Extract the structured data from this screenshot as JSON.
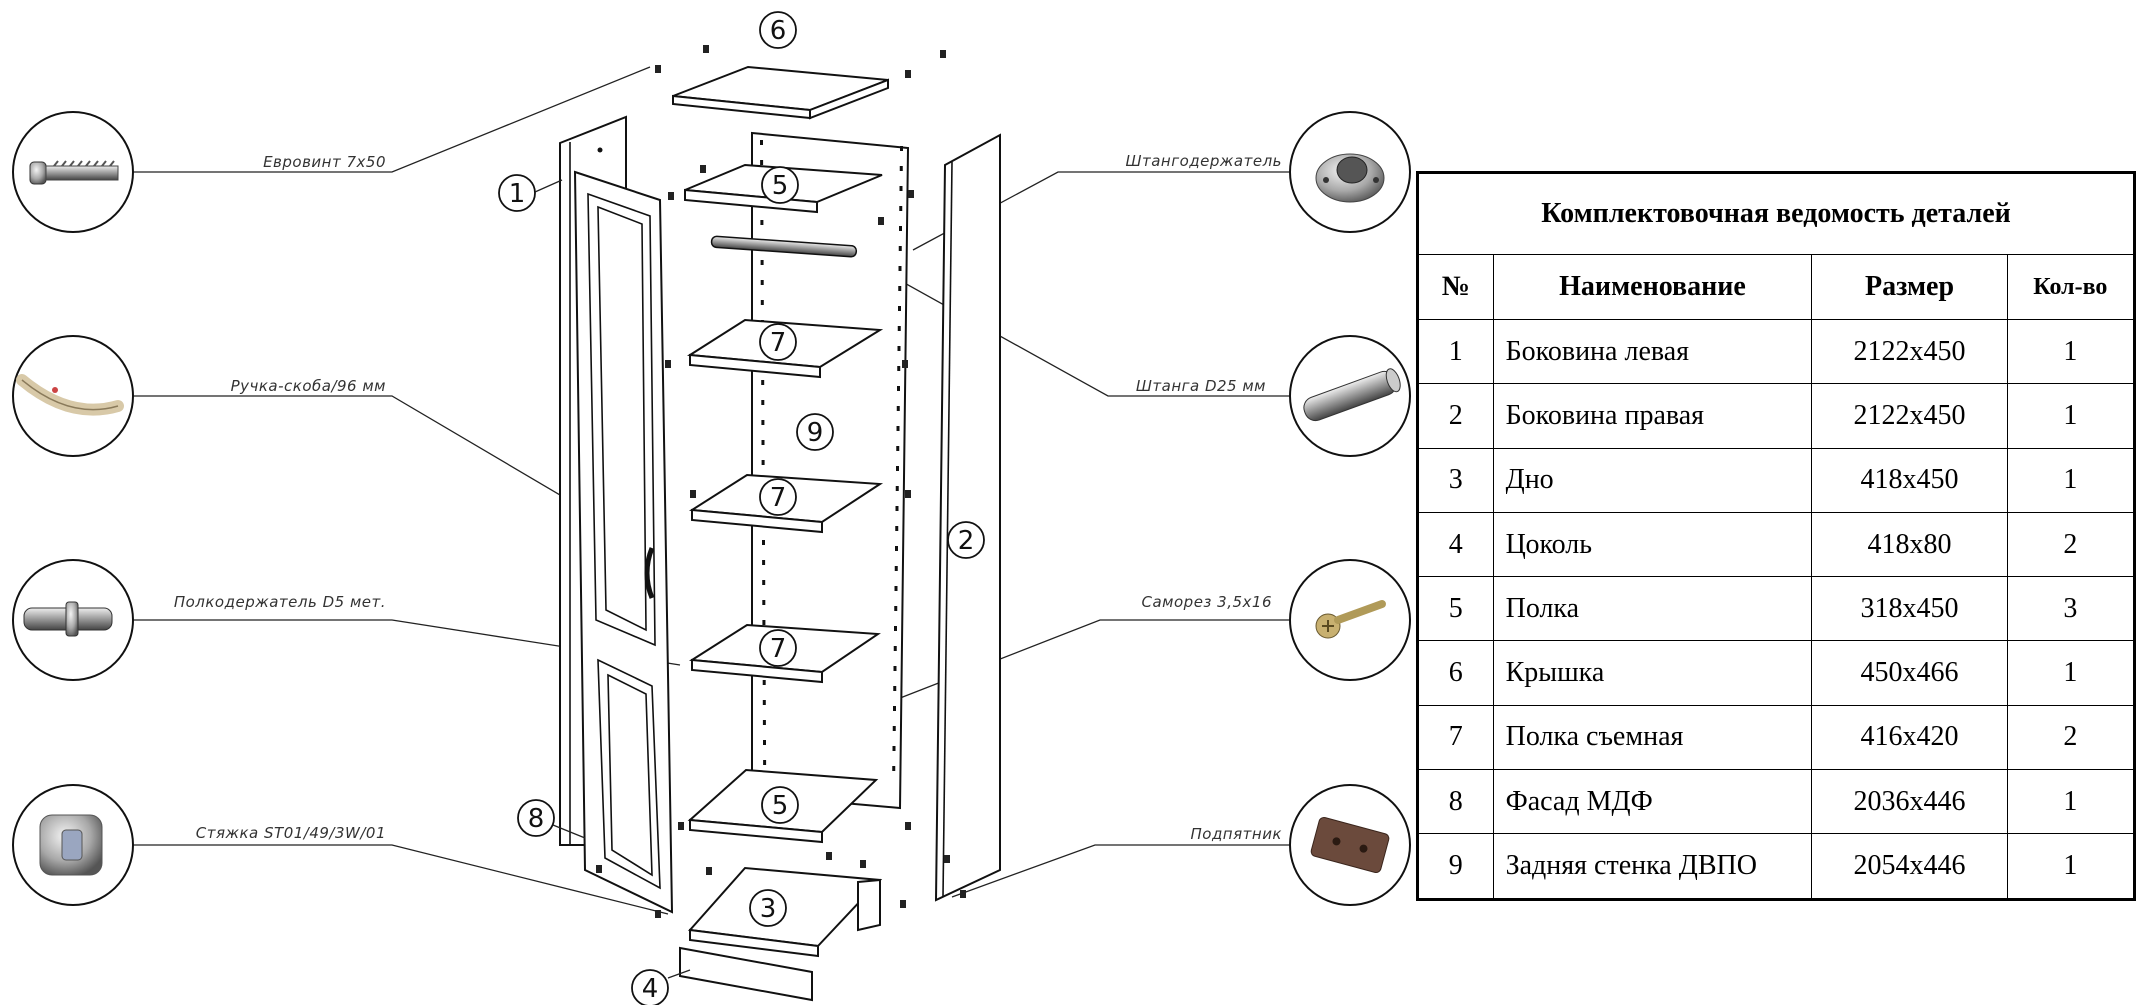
{
  "callouts": {
    "eurovint": "Евровинт 7х50",
    "handle": "Ручка-скоба/96 мм",
    "shelf_support": "Полкодержатель D5 мет.",
    "connector": "Стяжка ST01/49/3W/01",
    "rod_holder": "Штангодержатель",
    "rod": "Штанга D25 мм",
    "screw": "Саморез 3,5х16",
    "pad": "Подпятник"
  },
  "part_numbers": {
    "n1": "1",
    "n2": "2",
    "n3": "3",
    "n4": "4",
    "n5a": "5",
    "n5b": "5",
    "n6": "6",
    "n7a": "7",
    "n7b": "7",
    "n7c": "7",
    "n8": "8",
    "n9": "9"
  },
  "table": {
    "title": "Комплектовочная ведомость деталей",
    "headers": {
      "no": "№",
      "name": "Наименование",
      "size": "Размер",
      "qty": "Кол-во"
    },
    "rows": [
      {
        "no": "1",
        "name": "Боковина левая",
        "size": "2122х450",
        "qty": "1"
      },
      {
        "no": "2",
        "name": "Боковина правая",
        "size": "2122х450",
        "qty": "1"
      },
      {
        "no": "3",
        "name": "Дно",
        "size": "418х450",
        "qty": "1"
      },
      {
        "no": "4",
        "name": "Цоколь",
        "size": "418х80",
        "qty": "2"
      },
      {
        "no": "5",
        "name": "Полка",
        "size": "318х450",
        "qty": "3"
      },
      {
        "no": "6",
        "name": "Крышка",
        "size": "450х466",
        "qty": "1"
      },
      {
        "no": "7",
        "name": "Полка съемная",
        "size": "416х420",
        "qty": "2"
      },
      {
        "no": "8",
        "name": "Фасад МДФ",
        "size": "2036х446",
        "qty": "1"
      },
      {
        "no": "9",
        "name": "Задняя стенка ДВПО",
        "size": "2054х446",
        "qty": "1"
      }
    ]
  }
}
